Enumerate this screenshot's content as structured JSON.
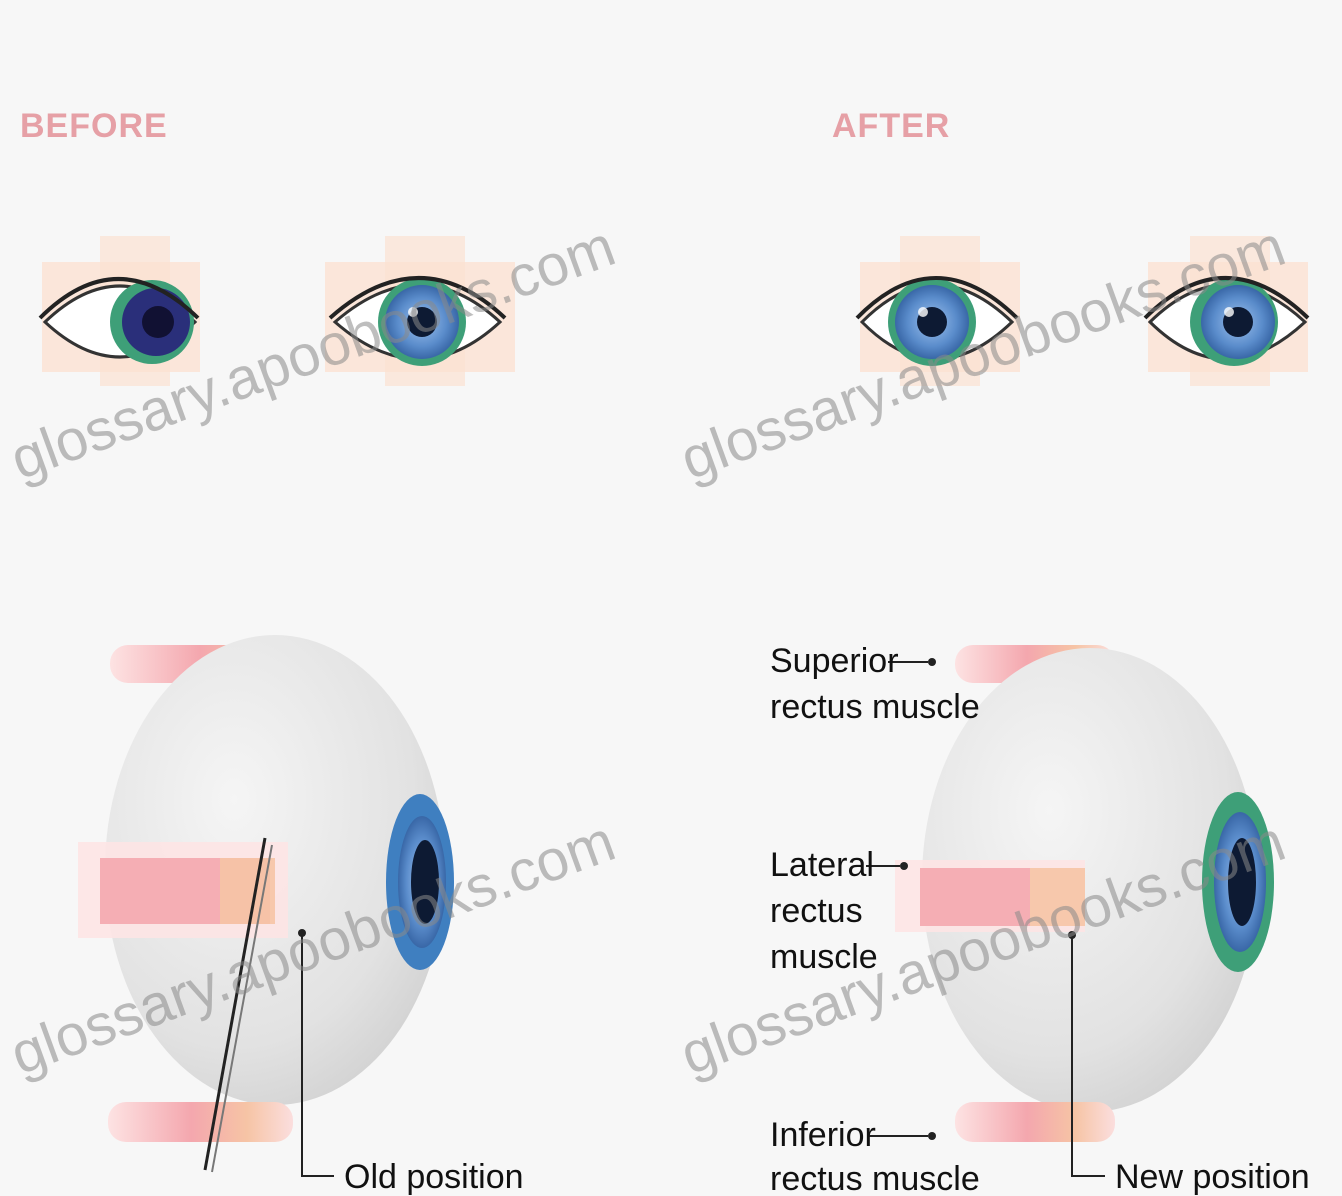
{
  "headings": {
    "before": "BEFORE",
    "after": "AFTER"
  },
  "labels": {
    "superior_line1": "Superior",
    "superior_line2": "rectus muscle",
    "lateral_line1": "Lateral",
    "lateral_line2": "rectus",
    "lateral_line3": "muscle",
    "inferior_line1": "Inferior",
    "inferior_line2": "rectus muscle",
    "old_position": "Old position",
    "new_position": "New position"
  },
  "watermark": "glossary.apoobooks.com",
  "colors": {
    "heading": "#e6a0a6",
    "muscle_pink": "#f4aab0",
    "muscle_light": "#fbd3d3",
    "muscle_peach": "#f6c9a6",
    "iris_blue": "#5f8fca",
    "iris_green": "#3e9f78",
    "eyeball": "#e6e6e6"
  }
}
